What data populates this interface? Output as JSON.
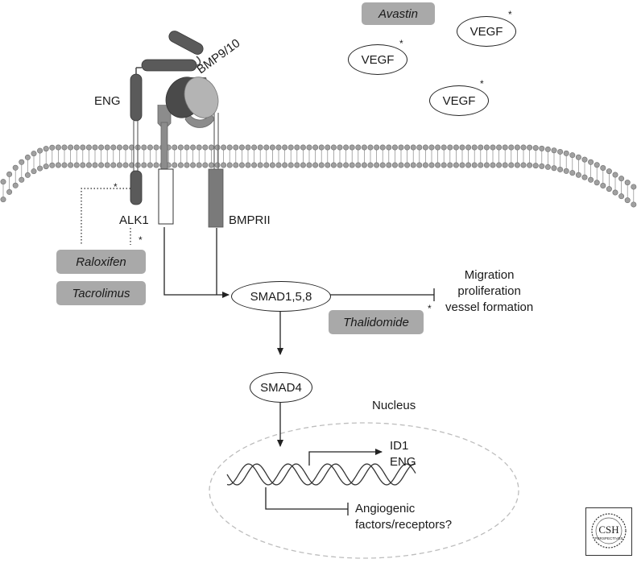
{
  "ligands": {
    "bmp": "BMP9/10",
    "vegf": "VEGF"
  },
  "receptors": {
    "eng": "ENG",
    "alk1": "ALK1",
    "bmprii": "BMPRII"
  },
  "signaling": {
    "smad158": "SMAD1,5,8",
    "smad4": "SMAD4",
    "nucleus": "Nucleus"
  },
  "outcomes": {
    "cell_effects": [
      "Migration",
      "proliferation",
      "vessel formation"
    ],
    "targets": [
      "ID1",
      "ENG"
    ],
    "angiogenic": [
      "Angiogenic",
      "factors/receptors?"
    ]
  },
  "drugs": {
    "avastin": "Avastin",
    "raloxifen": "Raloxifen",
    "tacrolimus": "Tacrolimus",
    "thalidomide": "Thalidomide"
  },
  "marker": "*",
  "logo": {
    "line1": "CSH",
    "line2": "PERSPECTIVES"
  },
  "colors": {
    "drug_box": "#a9a9a9",
    "dark_receptor": "#5a5a5a",
    "mid_receptor": "#8c8c8c",
    "light_ligand": "#b4b4b4",
    "membrane_head": "#a0a0a0",
    "nucleus_border": "#bdbdbd"
  }
}
